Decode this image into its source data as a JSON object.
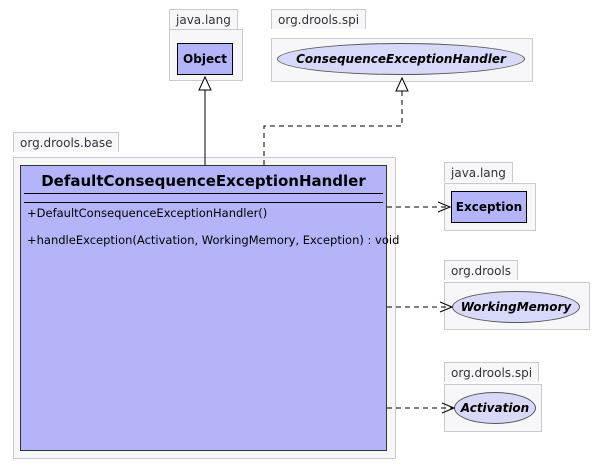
{
  "packages": {
    "java_lang_top": {
      "name": "java.lang"
    },
    "spi_top": {
      "name": "org.drools.spi"
    },
    "base": {
      "name": "org.drools.base"
    },
    "java_lang_right": {
      "name": "java.lang"
    },
    "drools": {
      "name": "org.drools"
    },
    "spi_bottom": {
      "name": "org.drools.spi"
    }
  },
  "classes": {
    "object": "Object",
    "exception": "Exception",
    "main": {
      "name": "DefaultConsequenceExceptionHandler",
      "methods": [
        "+DefaultConsequenceExceptionHandler()",
        "+handleException(Activation, WorkingMemory, Exception) : void"
      ]
    }
  },
  "interfaces": {
    "consequence_handler": "ConsequenceExceptionHandler",
    "working_memory": "WorkingMemory",
    "activation": "Activation"
  },
  "colors": {
    "class_fill": "#b4b4fb",
    "interface_fill": "#d8d8f8",
    "package_fill": "#f7f7f9"
  }
}
